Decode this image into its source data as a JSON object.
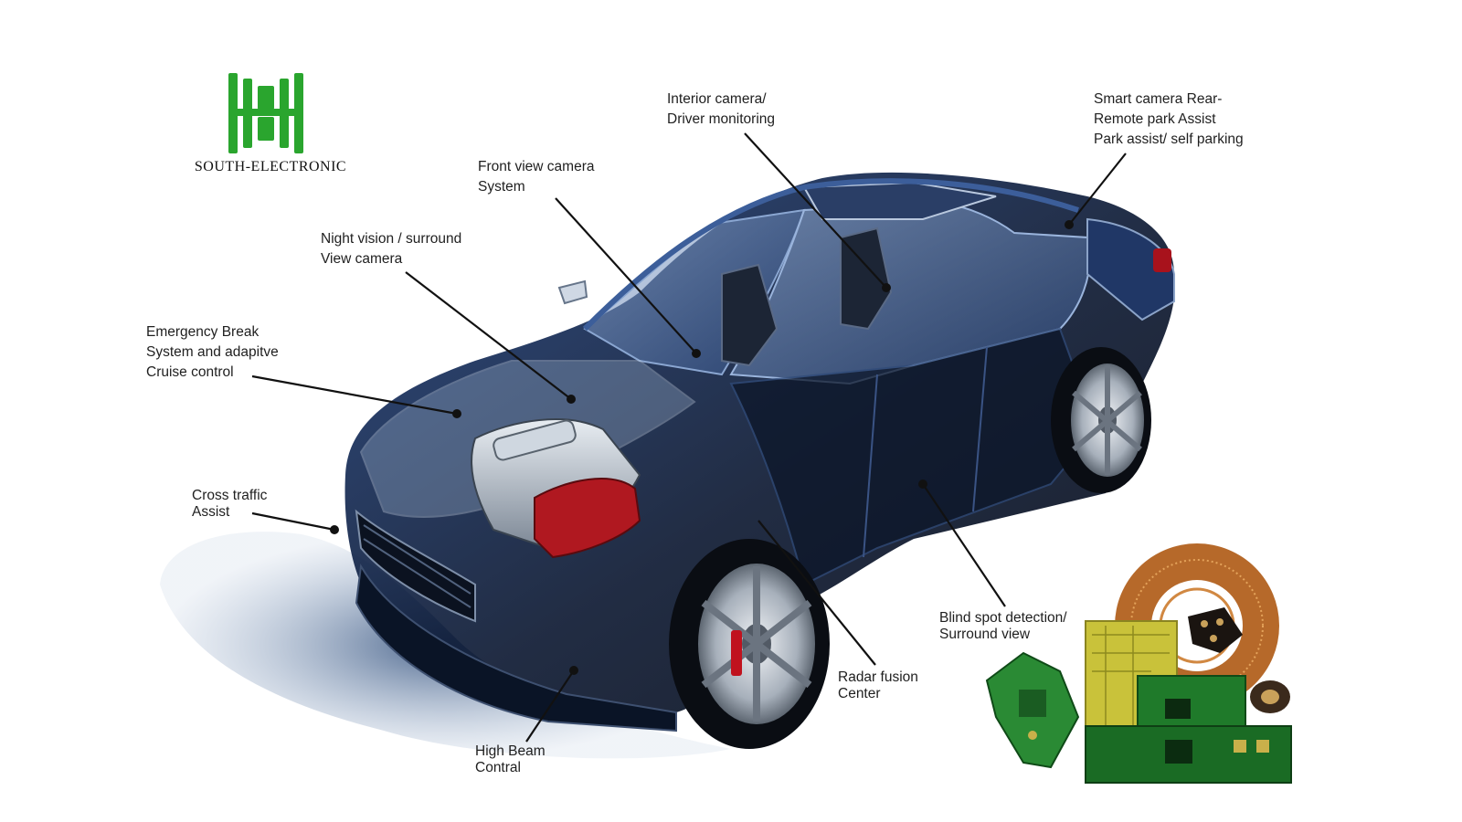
{
  "brand": {
    "name": "SOUTH-ELECTRONIC",
    "logo_color": "#2aa52e"
  },
  "callouts": [
    {
      "id": "interior-camera",
      "lines": [
        "Interior camera/",
        "Driver monitoring"
      ]
    },
    {
      "id": "smart-camera-rear",
      "lines": [
        "Smart camera Rear-",
        "Remote park Assist",
        "Park assist/ self parking"
      ]
    },
    {
      "id": "front-view-camera",
      "lines": [
        "Front view camera",
        "System"
      ]
    },
    {
      "id": "night-vision",
      "lines": [
        "Night vision / surround",
        "View camera"
      ]
    },
    {
      "id": "emergency-brake",
      "lines": [
        "Emergency Break",
        "System and adapitve",
        "Cruise control"
      ]
    },
    {
      "id": "cross-traffic",
      "lines": [
        "Cross traffic",
        "Assist"
      ]
    },
    {
      "id": "blind-spot",
      "lines": [
        "Blind spot detection/",
        "Surround view"
      ]
    },
    {
      "id": "radar-fusion",
      "lines": [
        "Radar fusion",
        "Center"
      ]
    },
    {
      "id": "high-beam",
      "lines": [
        "High Beam",
        "Contral"
      ]
    }
  ],
  "illustration": {
    "subject": "transparent-car-cutaway",
    "accent_colors": {
      "body": "#0e1a33",
      "glass": "#4a74b8",
      "engine_red": "#b01820",
      "pcb_green": "#1f7a2a",
      "pcb_yellow": "#c9c23a",
      "flex_copper": "#b6692a"
    }
  }
}
